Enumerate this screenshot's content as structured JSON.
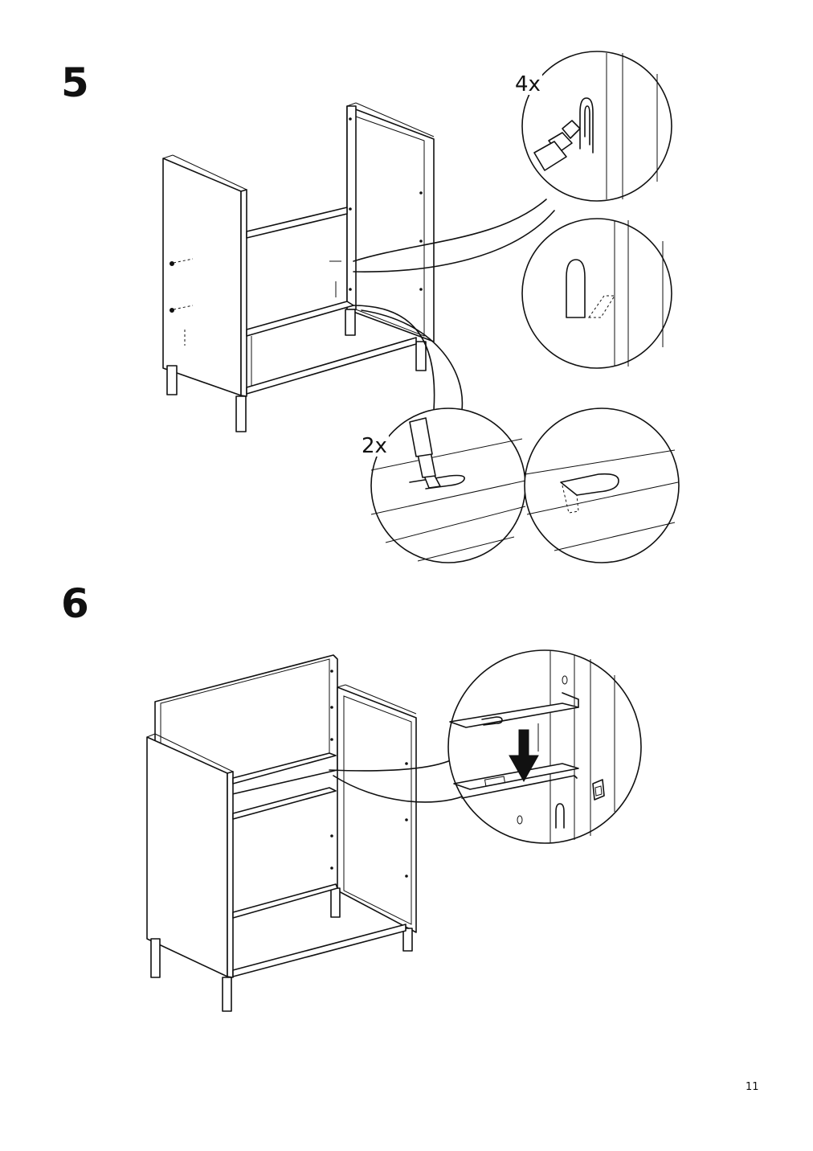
{
  "steps": [
    {
      "number": "5",
      "callouts": [
        {
          "quantity": "4x"
        },
        {
          "quantity": "2x"
        }
      ]
    },
    {
      "number": "6"
    }
  ],
  "page": {
    "number": "11"
  },
  "icons": [
    "screwdriver-icon",
    "down-arrow-icon"
  ]
}
